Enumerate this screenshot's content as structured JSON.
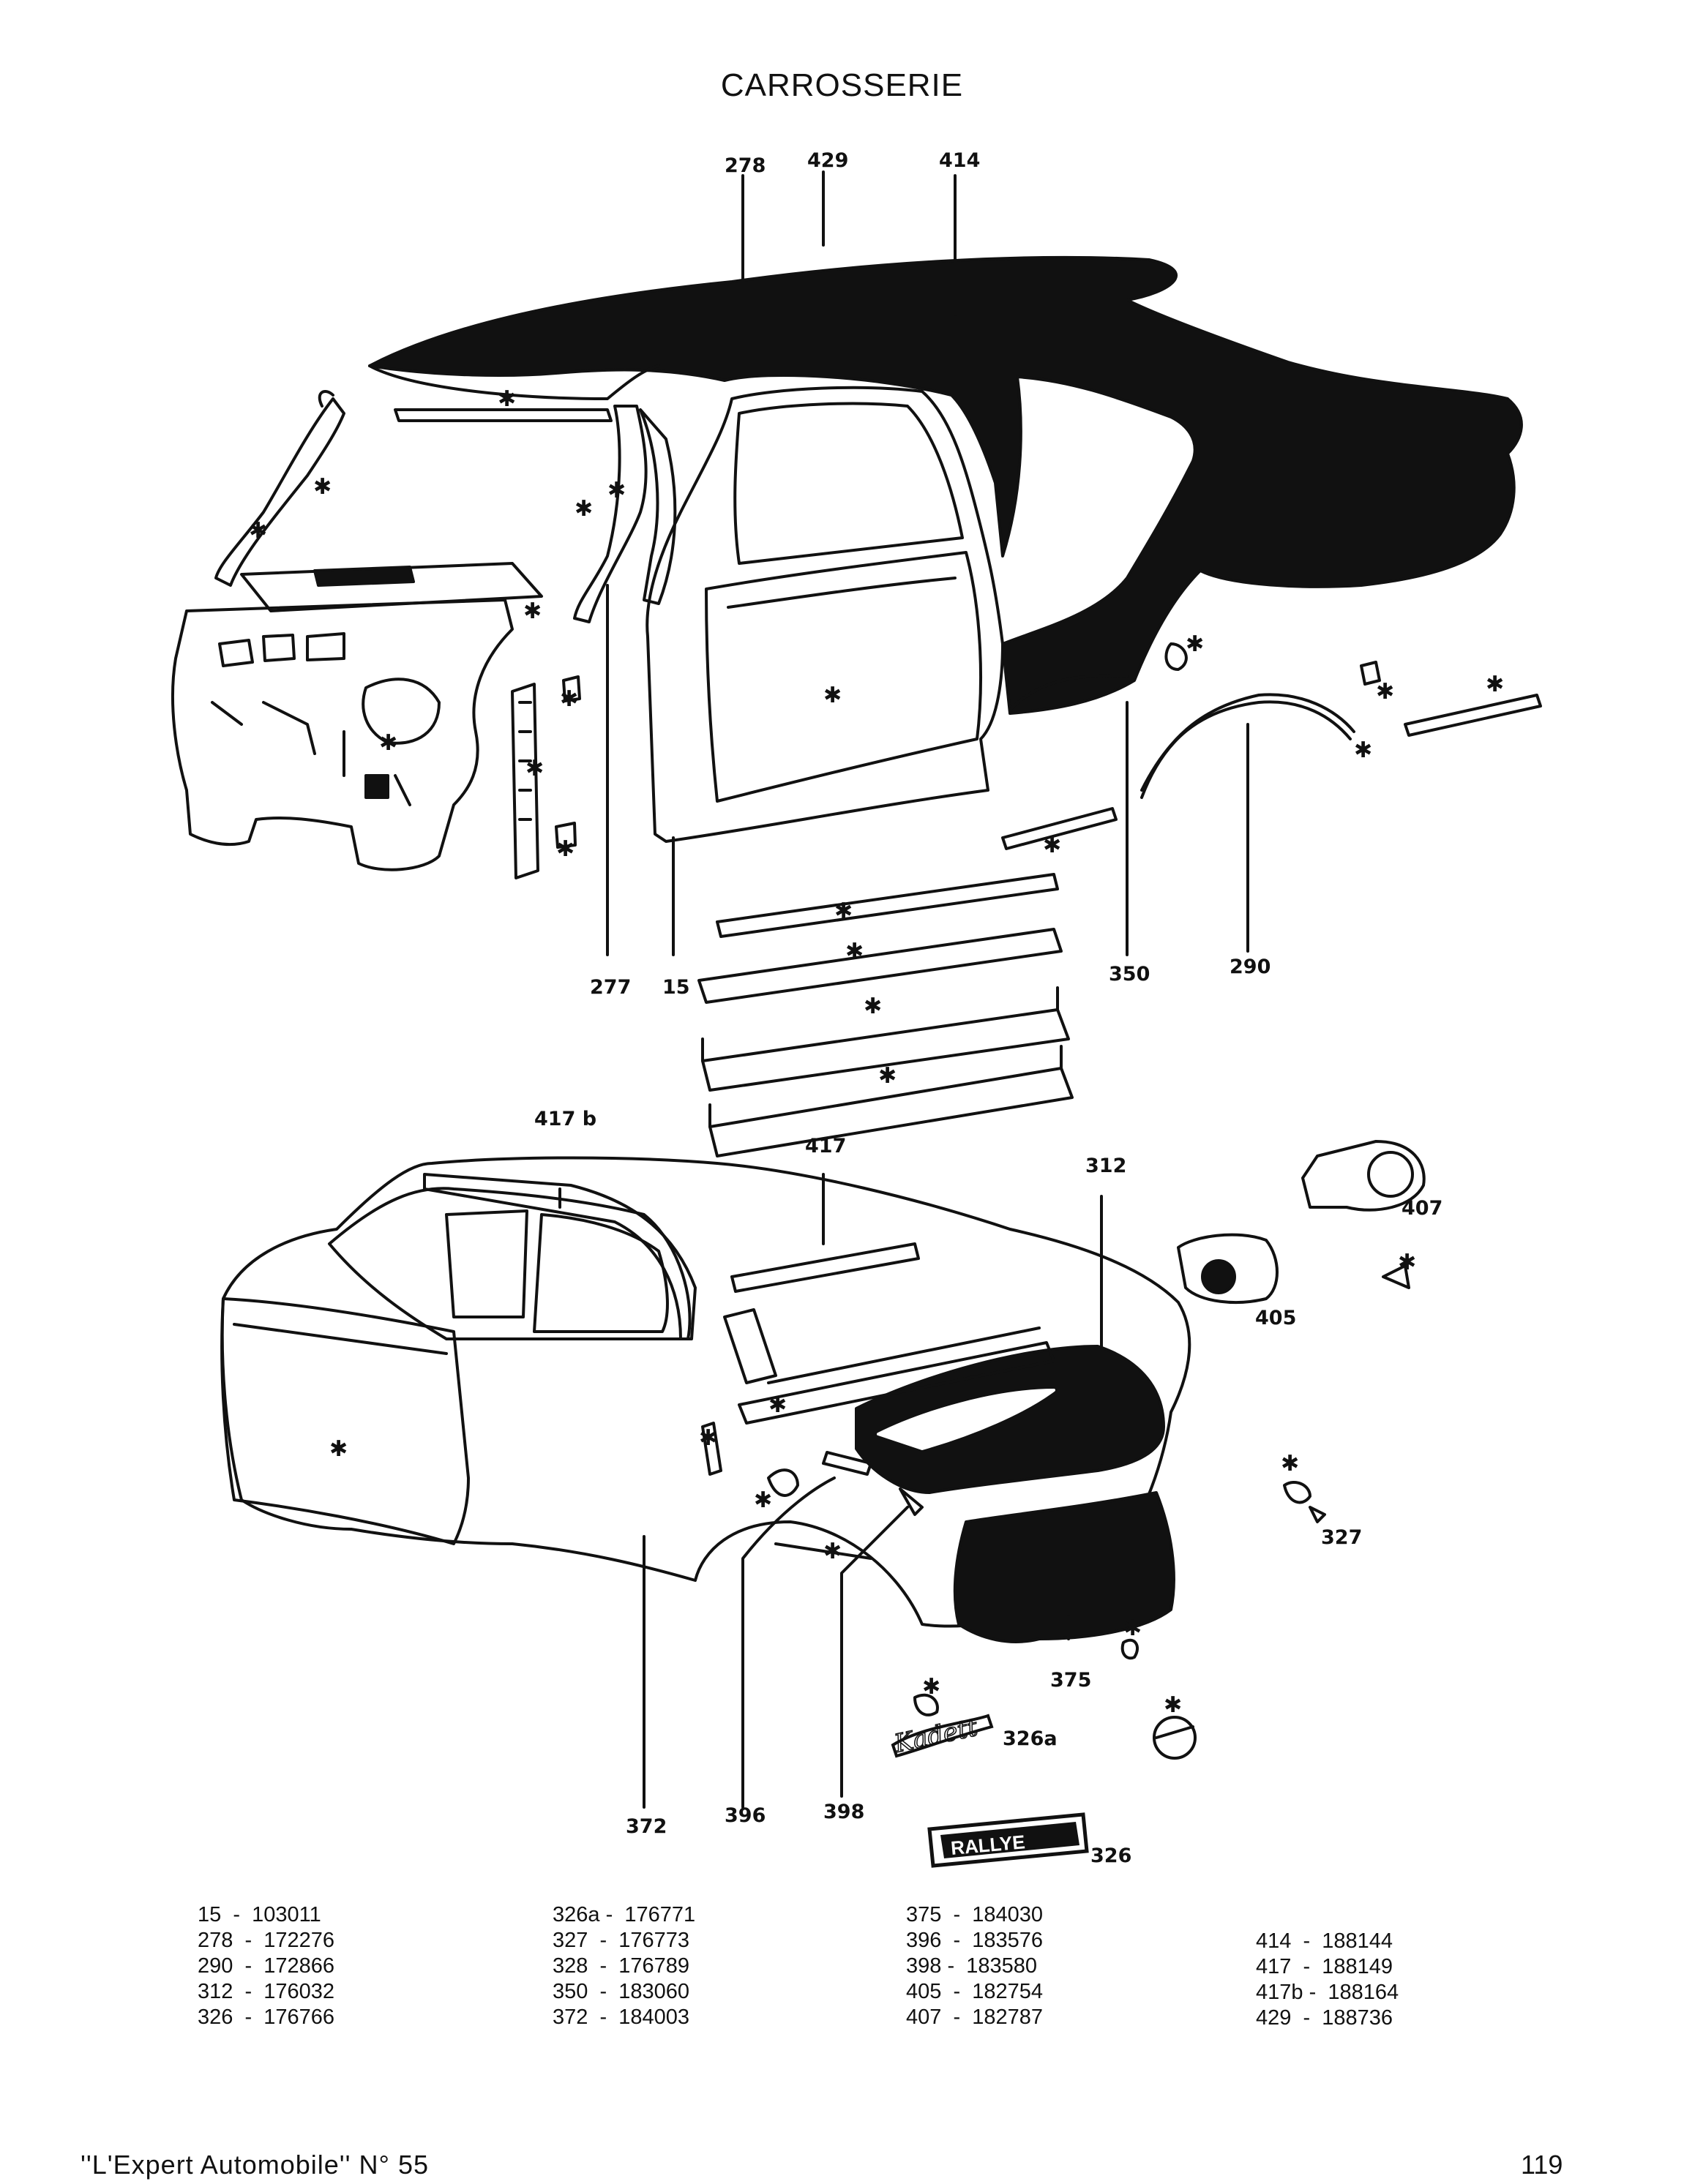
{
  "page": {
    "title": "CARROSSERIE",
    "footer": "''L'Expert Automobile'' N° 55",
    "page_number": "119"
  },
  "callouts": {
    "c278": "278",
    "c429": "429",
    "c414": "414",
    "c277": "277",
    "c15": "15",
    "c350": "350",
    "c290": "290",
    "c417b": "417 b",
    "c417": "417",
    "c312": "312",
    "c407": "407",
    "c405": "405",
    "c327": "327",
    "c375": "375",
    "c326a": "326a",
    "c326": "326",
    "c372": "372",
    "c396": "396",
    "c398": "398"
  },
  "parts": [
    [
      "15  -  103011",
      "278  -  172276",
      "290  -  172866",
      "312  -  176032",
      "326  -  176766"
    ],
    [
      "326a -  176771",
      "327  -  176773",
      "328  -  176789",
      "350  -  183060",
      "372  -  184003"
    ],
    [
      "375  -  184030",
      "396  -  183576",
      "398 -  183580",
      "405  -  182754",
      "407  -  182787"
    ],
    [
      "414  -  188144",
      "417  -  188149",
      "417b -  188164",
      "429  -  188736"
    ]
  ],
  "artwork": {
    "ink": "#111111",
    "paper": "#ffffff",
    "badge_text": "RALLYE",
    "emblem_text": "Kadett"
  }
}
